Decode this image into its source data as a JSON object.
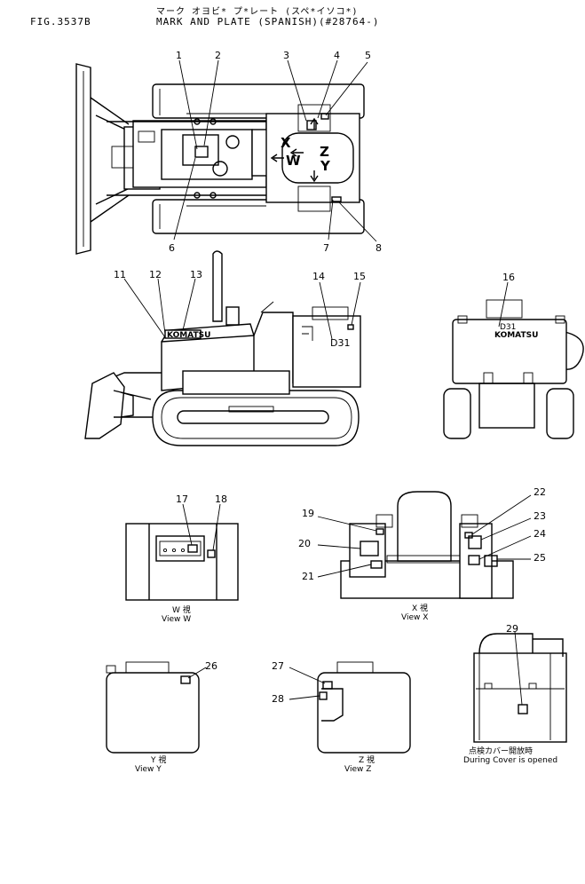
{
  "header": {
    "fig_number": "FIG.3537B",
    "title_jp": "マーク オヨビ* プ*レート (スペ*イソコ*)",
    "title_en": "MARK AND PLATE (SPANISH)(#28764-)"
  },
  "callouts": [
    "1",
    "2",
    "3",
    "4",
    "5",
    "6",
    "7",
    "8",
    "11",
    "12",
    "13",
    "14",
    "15",
    "16",
    "17",
    "18",
    "19",
    "20",
    "21",
    "22",
    "23",
    "24",
    "25",
    "26",
    "27",
    "28",
    "29"
  ],
  "view_markers": {
    "x": "X",
    "w": "W",
    "z": "Z",
    "y": "Y"
  },
  "machine_text": {
    "brand": "KOMATSU",
    "model": "D31",
    "brand_rear": "KOMATSU"
  },
  "captions": {
    "view_w_jp": "W 視",
    "view_w": "View  W",
    "view_x_jp": "X 視",
    "view_x": "View  X",
    "view_y_jp": "Y 視",
    "view_y": "View  Y",
    "view_z_jp": "Z 視",
    "view_z": "View  Z",
    "cover_jp": "点検カバー開放時",
    "cover_en": "During Cover is opened"
  }
}
